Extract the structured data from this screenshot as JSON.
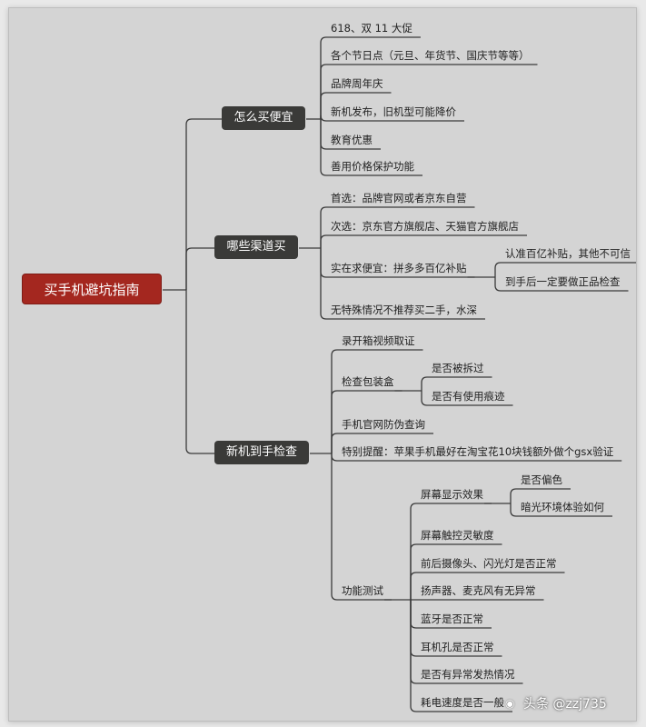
{
  "root": "买手机避坑指南",
  "branches": [
    {
      "label": "怎么买便宜",
      "children": [
        {
          "label": "618、双 11 大促"
        },
        {
          "label": "各个节日点（元旦、年货节、国庆节等等）"
        },
        {
          "label": "品牌周年庆"
        },
        {
          "label": "新机发布，旧机型可能降价"
        },
        {
          "label": "教育优惠"
        },
        {
          "label": "善用价格保护功能"
        }
      ]
    },
    {
      "label": "哪些渠道买",
      "children": [
        {
          "label": "首选：品牌官网或者京东自营"
        },
        {
          "label": "次选：京东官方旗舰店、天猫官方旗舰店"
        },
        {
          "label": "实在求便宜：拼多多百亿补贴",
          "children": [
            {
              "label": "认准百亿补贴，其他不可信"
            },
            {
              "label": "到手后一定要做正品检查"
            }
          ]
        },
        {
          "label": "无特殊情况不推荐买二手，水深"
        }
      ]
    },
    {
      "label": "新机到手检查",
      "children": [
        {
          "label": "录开箱视频取证"
        },
        {
          "label": "检查包装盒",
          "children": [
            {
              "label": "是否被拆过"
            },
            {
              "label": "是否有使用痕迹"
            }
          ]
        },
        {
          "label": "手机官网防伪查询"
        },
        {
          "label": "特别提醒：苹果手机最好在淘宝花10块钱额外做个gsx验证"
        },
        {
          "label": "功能测试",
          "children": [
            {
              "label": "屏幕显示效果",
              "children": [
                {
                  "label": "是否偏色"
                },
                {
                  "label": "暗光环境体验如何"
                }
              ]
            },
            {
              "label": "屏幕触控灵敏度"
            },
            {
              "label": "前后摄像头、闪光灯是否正常"
            },
            {
              "label": "扬声器、麦克风有无异常"
            },
            {
              "label": "蓝牙是否正常"
            },
            {
              "label": "耳机孔是否正常"
            },
            {
              "label": "是否有异常发热情况"
            },
            {
              "label": "耗电速度是否一般"
            }
          ]
        }
      ]
    }
  ],
  "watermark": "头条 @zzj735"
}
